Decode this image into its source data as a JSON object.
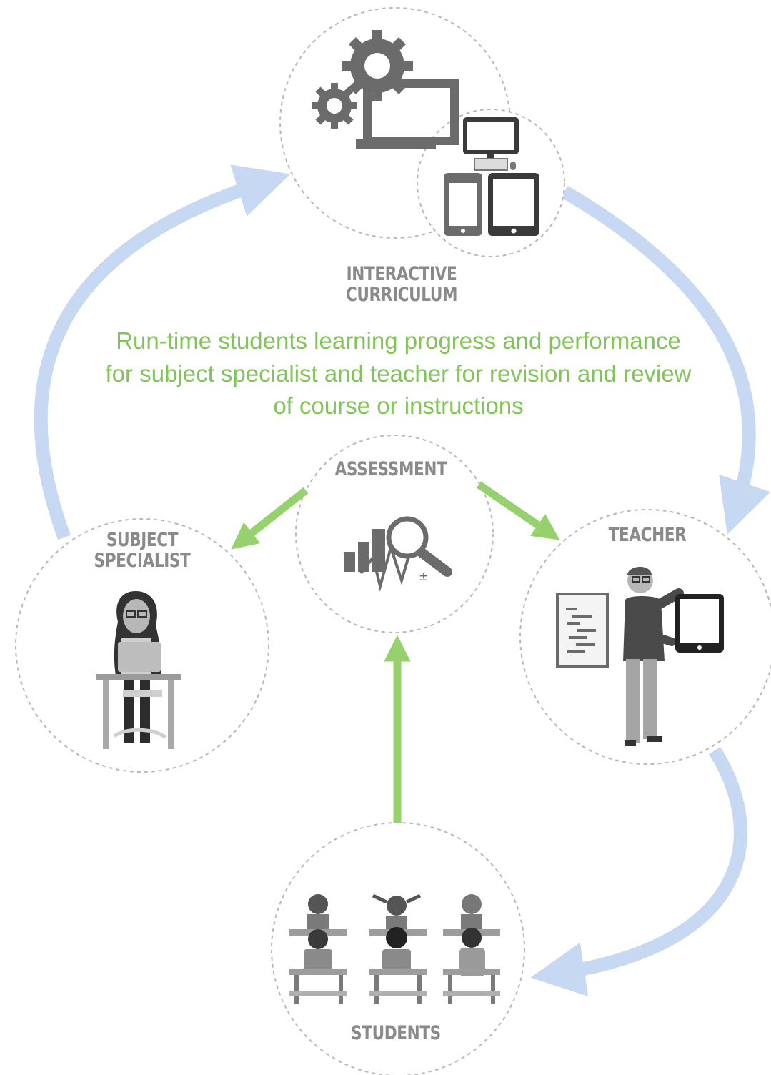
{
  "colors": {
    "loop_arrow": "#c7d8f2",
    "assessment_arrow": "#96d16e",
    "description_text": "#82c45a",
    "label_text": "#8a8a8a",
    "dashed_border": "#b8b8b8",
    "icon_gray": "#6b6b6b",
    "icon_dark": "#3a3a3a"
  },
  "nodes": {
    "curriculum": {
      "label": "INTERACTIVE\nCURRICULUM",
      "icons": [
        "gears-icon",
        "laptop-icon",
        "desktop-computer-icon",
        "phone-icon",
        "tablet-icon"
      ]
    },
    "assessment": {
      "label": "ASSESSMENT",
      "icons": [
        "bar-chart-icon",
        "magnifier-icon"
      ]
    },
    "subject_specialist": {
      "label": "SUBJECT\nSPECIALIST",
      "icons": [
        "woman-at-laptop-icon"
      ]
    },
    "teacher": {
      "label": "TEACHER",
      "icons": [
        "whiteboard-icon",
        "teacher-figure-icon",
        "tablet-icon"
      ]
    },
    "students": {
      "label": "STUDENTS",
      "icons": [
        "classroom-students-icon"
      ]
    }
  },
  "description": "Run-time students learning progress and performance for subject specialist and teacher for revision and review of course or instructions"
}
